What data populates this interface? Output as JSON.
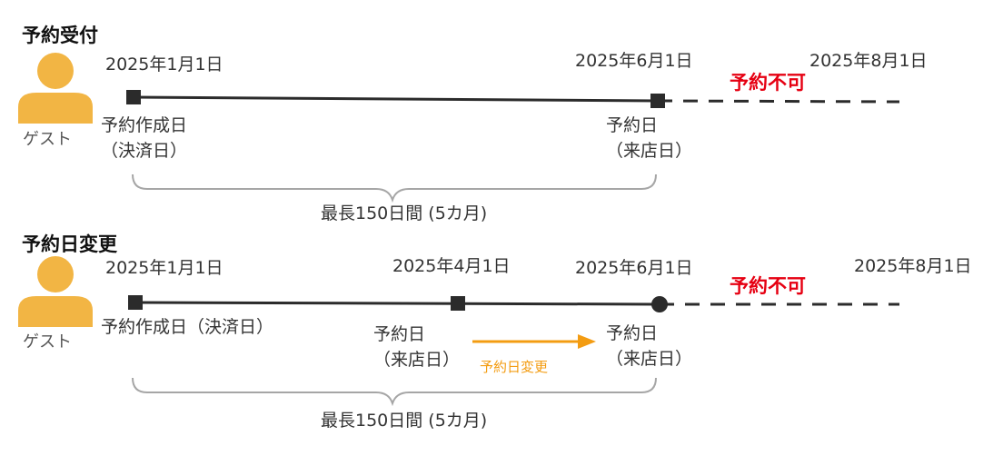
{
  "section1": {
    "title": "予約受付",
    "guest": "ゲスト",
    "dates": {
      "start": "2025年1月1日",
      "mid": "2025年6月1日",
      "end": "2025年8月1日"
    },
    "not_allowed": "予約不可",
    "start_label_1": "予約作成日",
    "start_label_2": "（決済日）",
    "visit_label_1": "予約日",
    "visit_label_2": "（来店日）",
    "duration": "最長150日間 (5カ月)"
  },
  "section2": {
    "title": "予約日変更",
    "guest": "ゲスト",
    "dates": {
      "start": "2025年1月1日",
      "change": "2025年4月1日",
      "mid": "2025年6月1日",
      "end": "2025年8月1日"
    },
    "not_allowed": "予約不可",
    "start_label": "予約作成日（決済日）",
    "old_visit_1": "予約日",
    "old_visit_2": "（来店日）",
    "change_label": "予約日変更",
    "new_visit_1": "予約日",
    "new_visit_2": "（来店日）",
    "duration": "最長150日間 (5カ月)"
  },
  "colors": {
    "person": "#f2b544",
    "line": "#2b2b2b",
    "brace": "#a6a6a6",
    "arrow": "#f39c12",
    "not_allowed": "#e60012"
  }
}
